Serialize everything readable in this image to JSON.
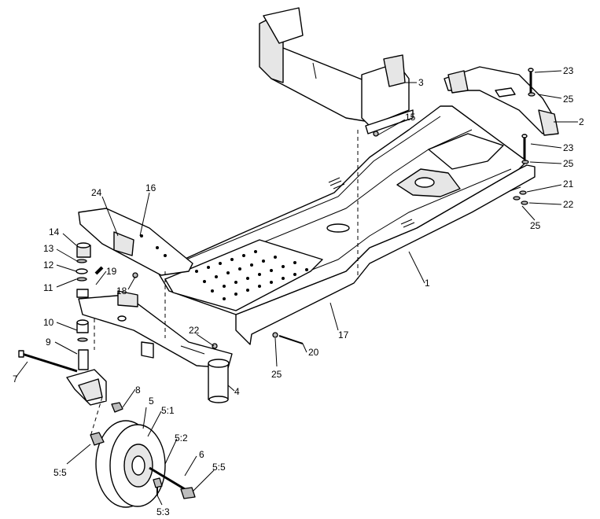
{
  "callouts": [
    {
      "id": "c1",
      "label": "1"
    },
    {
      "id": "c2",
      "label": "2"
    },
    {
      "id": "c3",
      "label": "3"
    },
    {
      "id": "c4",
      "label": "4"
    },
    {
      "id": "c5",
      "label": "5"
    },
    {
      "id": "c5_1",
      "label": "5:1"
    },
    {
      "id": "c5_2",
      "label": "5:2"
    },
    {
      "id": "c5_3",
      "label": "5:3"
    },
    {
      "id": "c5_5a",
      "label": "5:5"
    },
    {
      "id": "c5_5b",
      "label": "5:5"
    },
    {
      "id": "c6",
      "label": "6"
    },
    {
      "id": "c7",
      "label": "7"
    },
    {
      "id": "c8",
      "label": "8"
    },
    {
      "id": "c9",
      "label": "9"
    },
    {
      "id": "c10",
      "label": "10"
    },
    {
      "id": "c11",
      "label": "11"
    },
    {
      "id": "c12",
      "label": "12"
    },
    {
      "id": "c13",
      "label": "13"
    },
    {
      "id": "c14",
      "label": "14"
    },
    {
      "id": "c15",
      "label": "15"
    },
    {
      "id": "c16",
      "label": "16"
    },
    {
      "id": "c17",
      "label": "17"
    },
    {
      "id": "c18",
      "label": "18"
    },
    {
      "id": "c19",
      "label": "19"
    },
    {
      "id": "c20",
      "label": "20"
    },
    {
      "id": "c21",
      "label": "21"
    },
    {
      "id": "c22a",
      "label": "22"
    },
    {
      "id": "c22b",
      "label": "22"
    },
    {
      "id": "c23a",
      "label": "23"
    },
    {
      "id": "c23b",
      "label": "23"
    },
    {
      "id": "c24",
      "label": "24"
    },
    {
      "id": "c25a",
      "label": "25"
    },
    {
      "id": "c25b",
      "label": "25"
    },
    {
      "id": "c25c",
      "label": "25"
    },
    {
      "id": "c25d",
      "label": "25"
    }
  ]
}
